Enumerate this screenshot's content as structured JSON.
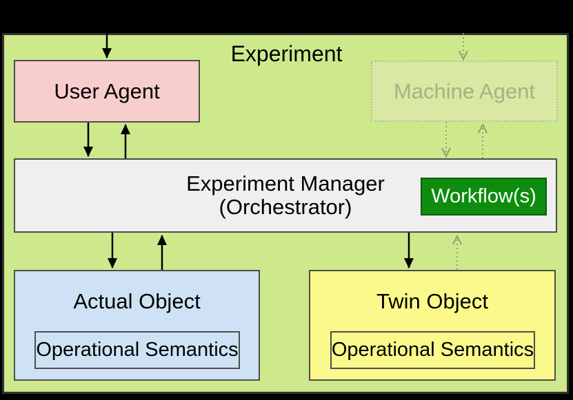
{
  "diagram": {
    "title": "Experiment",
    "nodes": {
      "user_agent": {
        "label": "User Agent"
      },
      "machine_agent": {
        "label": "Machine Agent"
      },
      "experiment_manager": {
        "label_line1": "Experiment Manager",
        "label_line2": "(Orchestrator)"
      },
      "workflow": {
        "label": "Workflow(s)"
      },
      "actual_object": {
        "label": "Actual Object",
        "sublabel": "Operational Semantics"
      },
      "twin_object": {
        "label": "Twin Object",
        "sublabel": "Operational Semantics"
      }
    },
    "colors": {
      "canvas": "#000000",
      "container_fill": "#cde98c",
      "container_border": "#333333",
      "user_agent_fill": "#f8cecc",
      "machine_agent_fill": "#d9e8a3",
      "machine_agent_border": "#b3bd8f",
      "machine_agent_text": "#a8b183",
      "manager_fill": "#efefef",
      "workflow_fill": "#0d8c0d",
      "workflow_border": "#075e07",
      "workflow_text": "#ffffff",
      "actual_fill": "#cfe2f5",
      "twin_fill": "#fbf98c",
      "box_border": "#4d4d4d",
      "arrow_solid": "#000000",
      "arrow_faded": "#8f9e6d"
    }
  }
}
